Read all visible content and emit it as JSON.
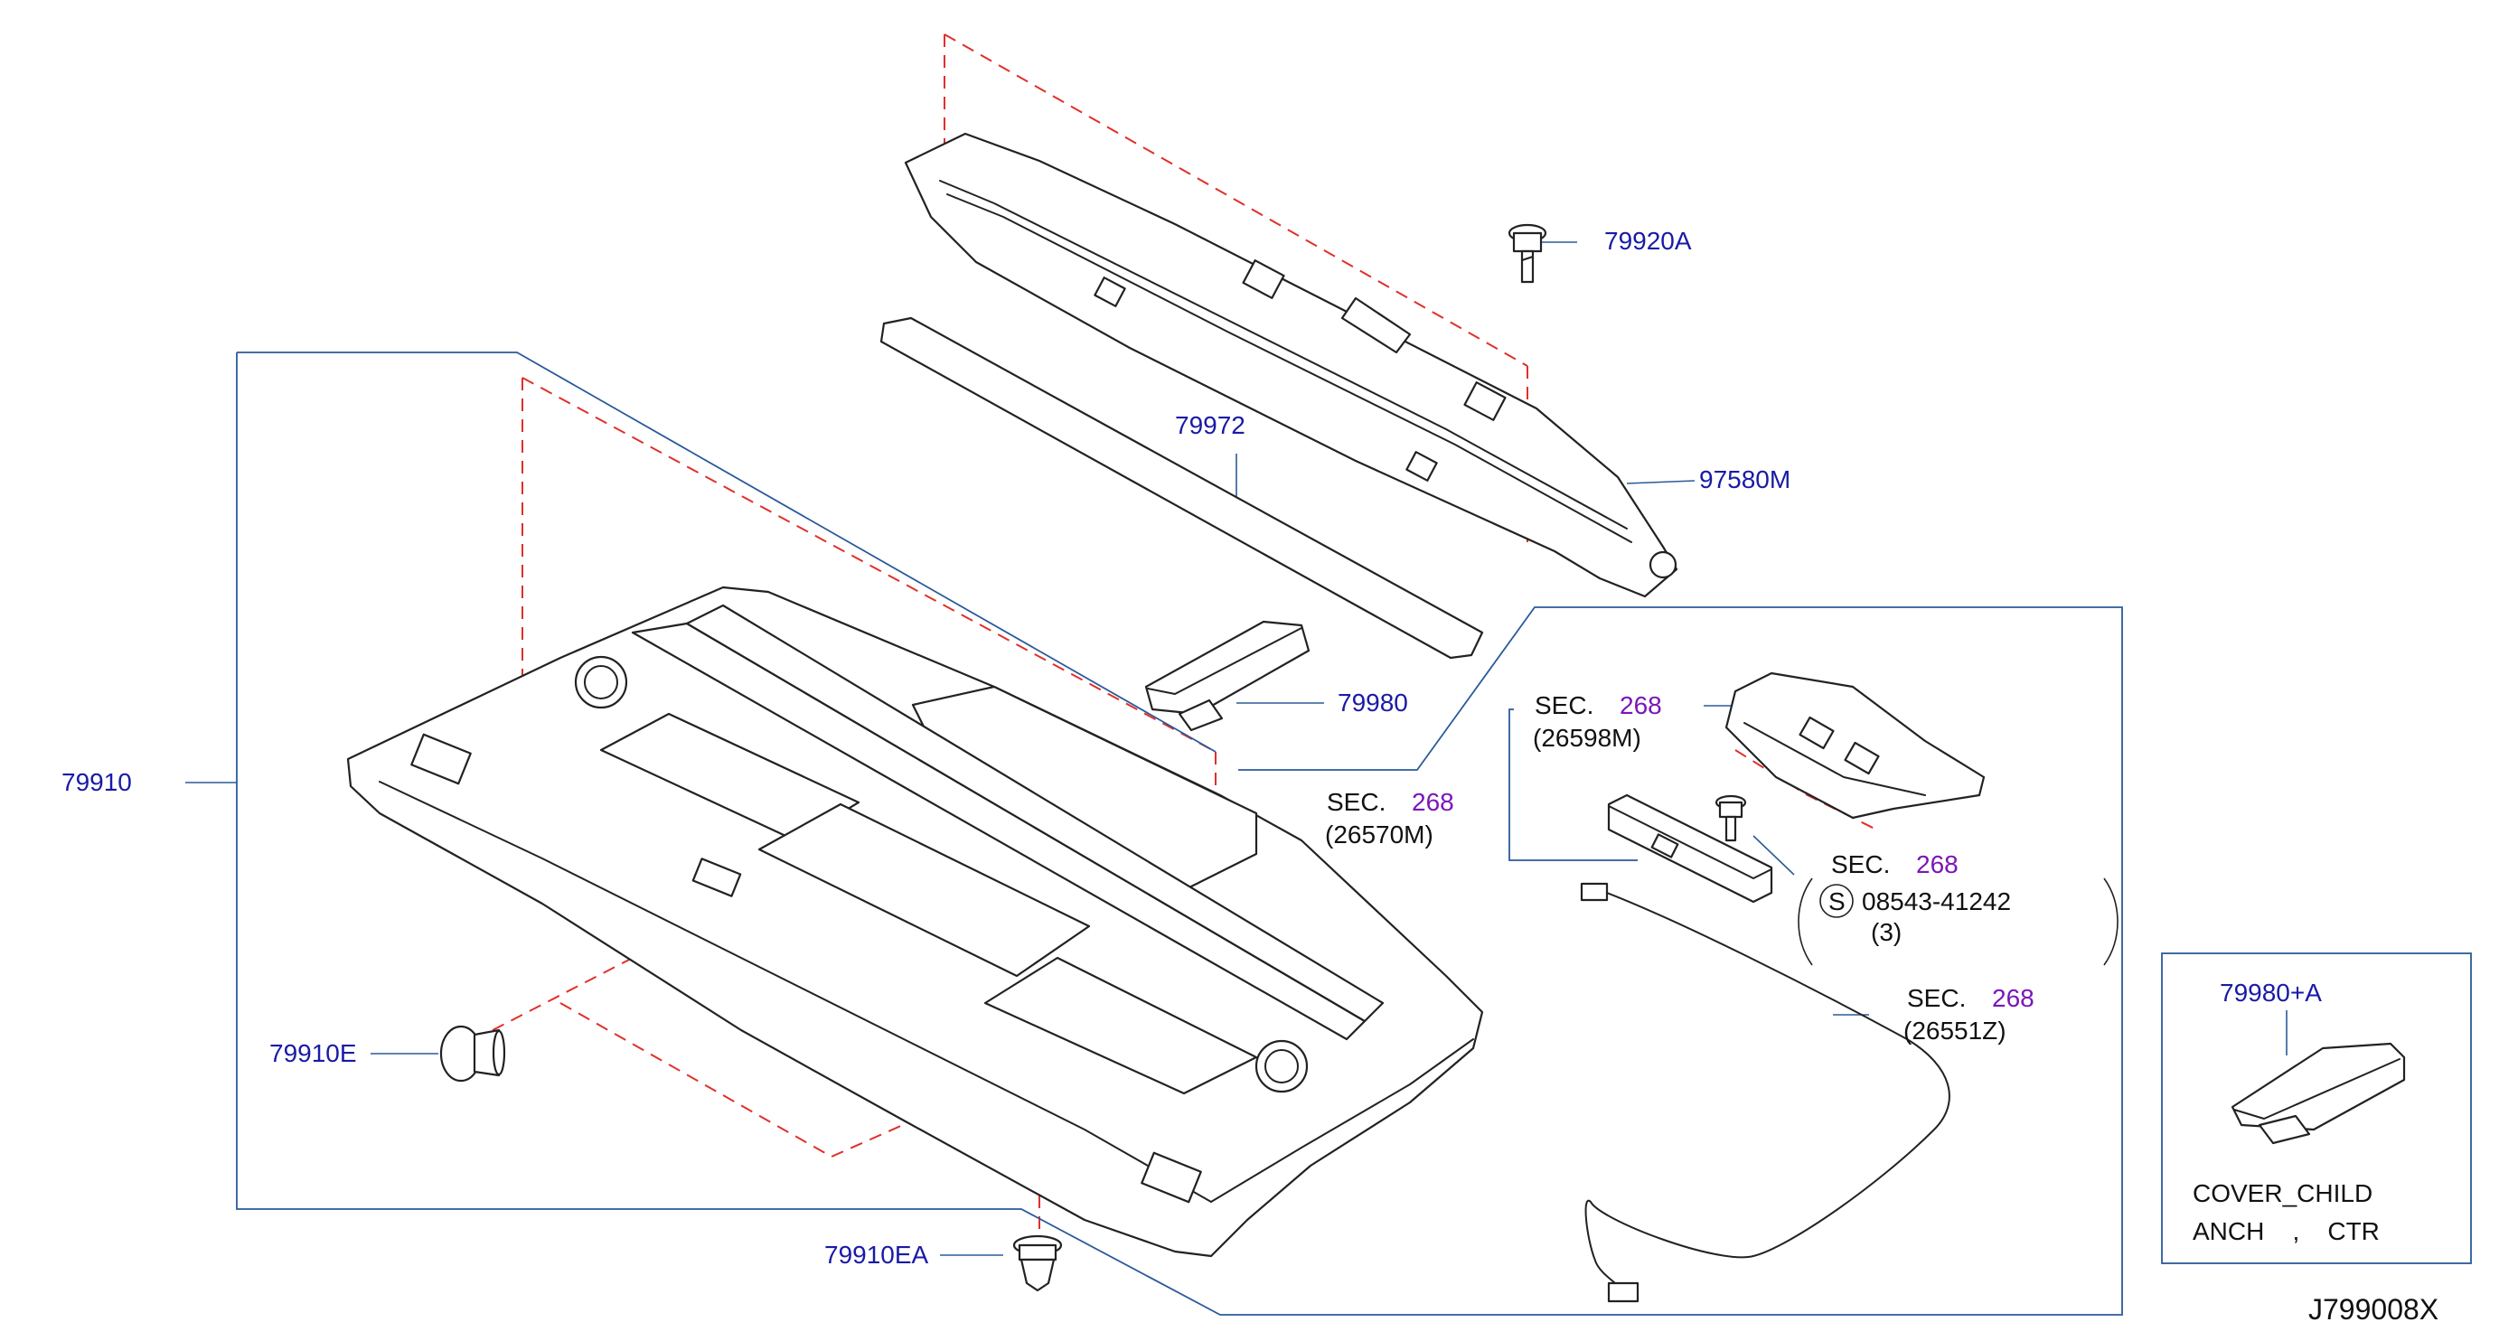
{
  "diagram_id": "J799008X",
  "parts": {
    "p79920A": "79920A",
    "p97580M": "97580M",
    "p79972": "79972",
    "p79980": "79980",
    "p79910": "79910",
    "p79910E": "79910E",
    "p79910EA": "79910EA",
    "p79980A": "79980+A"
  },
  "sections": {
    "sec_prefix": "SEC.",
    "sec_number": "268",
    "s26598M": "(26598M)",
    "s26570M": "(26570M)",
    "s26551Z": "(26551Z)"
  },
  "screw": {
    "symbol": "S",
    "part_number": "08543-41242",
    "quantity": "(3)"
  },
  "inset": {
    "label_line1": "COVER_CHILD",
    "label_line2": "ANCH    ,    CTR"
  },
  "colors": {
    "part_number": "#1a1aa6",
    "section_number": "#7a16b8",
    "leader_line": "#2b5a9a",
    "dashed_guide": "#e0302a"
  }
}
